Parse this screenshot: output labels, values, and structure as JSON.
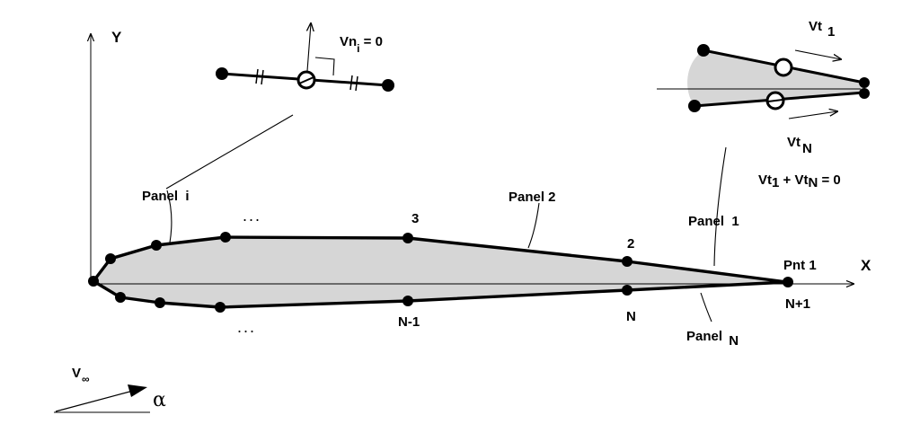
{
  "axes": {
    "x_label": "X",
    "y_label": "Y"
  },
  "points": {
    "p3": "3",
    "p2": "2",
    "pn": "N",
    "pn1": "N-1",
    "pnp1": "N+1",
    "pnt1": "Pnt 1",
    "dots_upper": "...",
    "dots_lower": "..."
  },
  "panels": {
    "panel_i": "Panel  i",
    "panel_2": "Panel 2",
    "panel_1": "Panel  1",
    "panel_n_main": "Panel ",
    "panel_n_sub": "N"
  },
  "normal_condition": {
    "main": "Vn",
    "sub": "i",
    "rest": " = 0"
  },
  "trailing_edge": {
    "vt1_main": "Vt",
    "vt1_sub": "1",
    "vtn_main": "Vt",
    "vtn_sub": "N",
    "kutta_a_main": "Vt",
    "kutta_a_sub": "1",
    "kutta_plus": " + ",
    "kutta_b_main": "Vt",
    "kutta_b_sub": "N",
    "kutta_rest": "  = 0"
  },
  "freestream": {
    "v_main": "V",
    "v_sub": "∞",
    "alpha": "α"
  }
}
